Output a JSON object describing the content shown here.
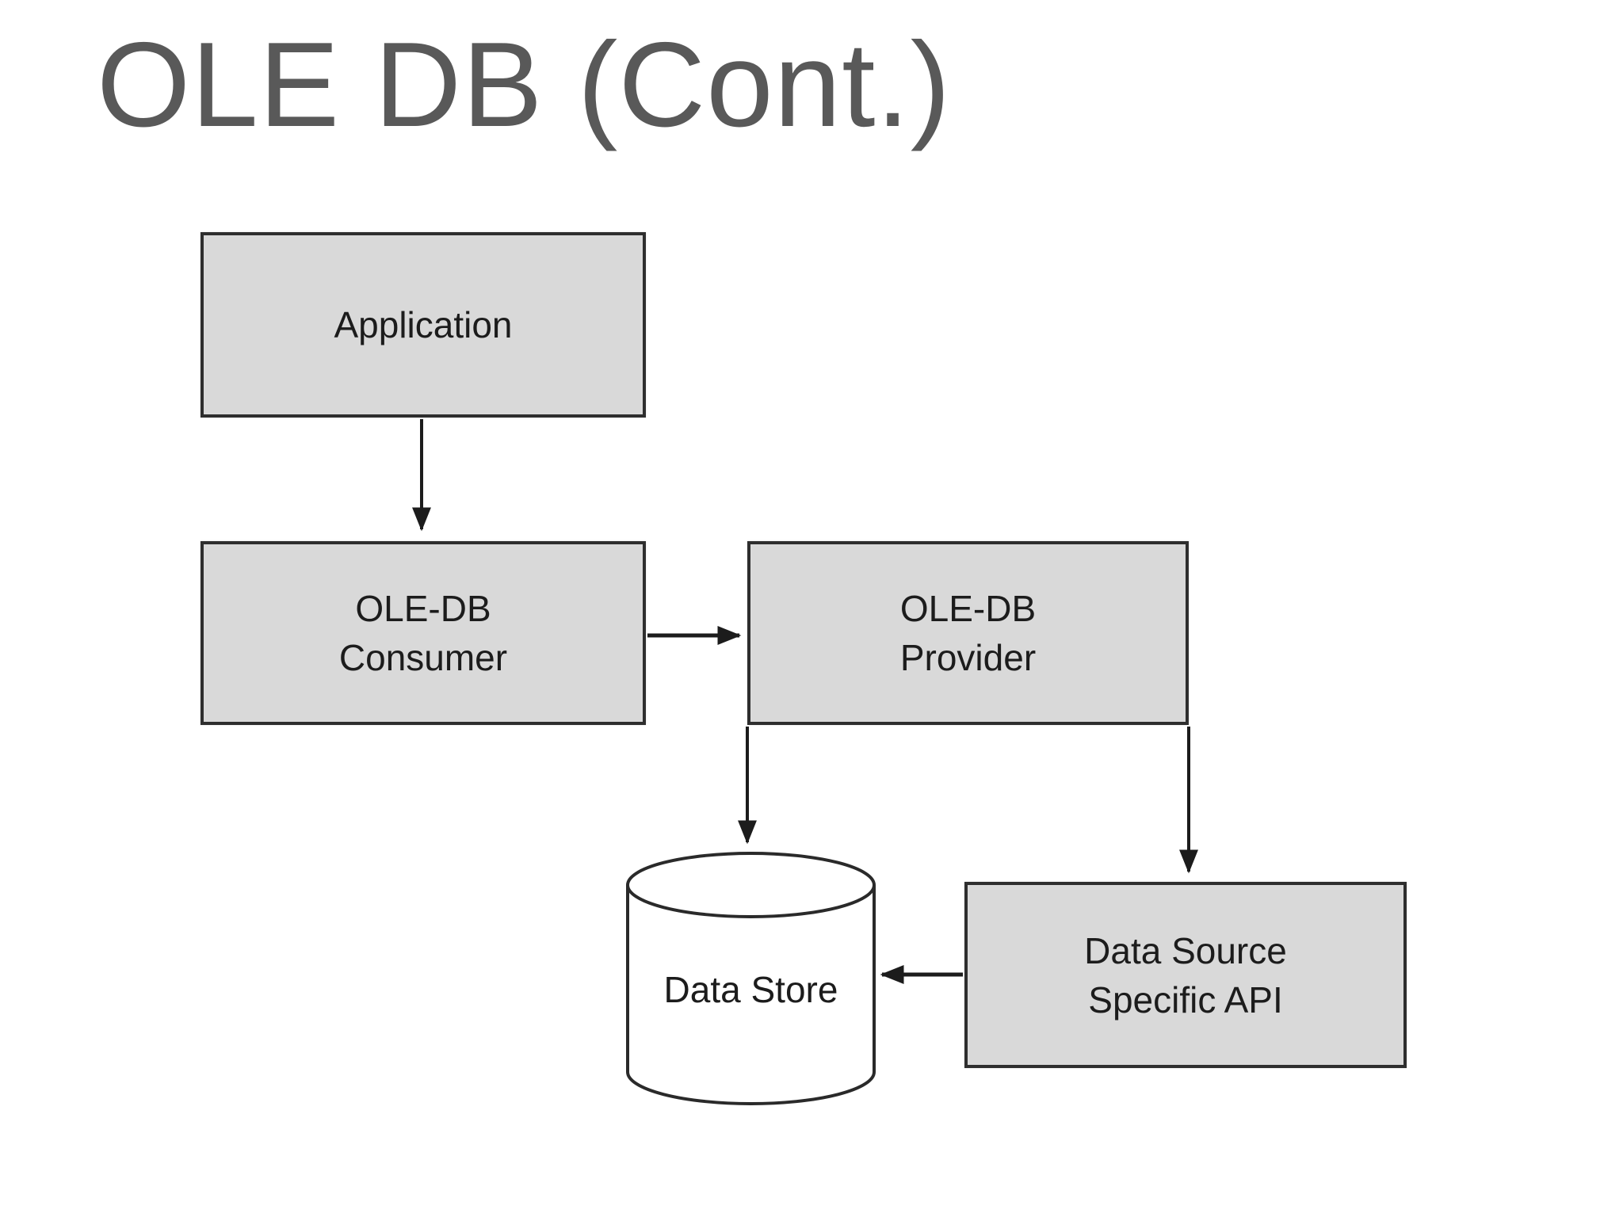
{
  "slide": {
    "title": "OLE DB (Cont.)"
  },
  "diagram": {
    "nodes": {
      "application": {
        "label": "Application",
        "shape": "rectangle"
      },
      "consumer": {
        "label": "OLE-DB\nConsumer",
        "shape": "rectangle"
      },
      "provider": {
        "label": "OLE-DB\nProvider",
        "shape": "rectangle"
      },
      "data_store": {
        "label": "Data Store",
        "shape": "cylinder"
      },
      "api": {
        "label": "Data Source\nSpecific API",
        "shape": "rectangle"
      }
    },
    "edges": [
      {
        "from": "application",
        "to": "consumer",
        "direction": "down"
      },
      {
        "from": "consumer",
        "to": "provider",
        "direction": "right"
      },
      {
        "from": "provider",
        "to": "data_store",
        "direction": "down"
      },
      {
        "from": "provider",
        "to": "api",
        "direction": "down"
      },
      {
        "from": "api",
        "to": "data_store",
        "direction": "left"
      }
    ],
    "colors": {
      "background": "#ffffff",
      "title_text": "#595959",
      "box_fill": "#d9d9d9",
      "box_border": "#2e2e2e",
      "box_text": "#1c1c1c",
      "connector": "#1c1c1c",
      "cylinder_fill": "#ffffff"
    }
  }
}
